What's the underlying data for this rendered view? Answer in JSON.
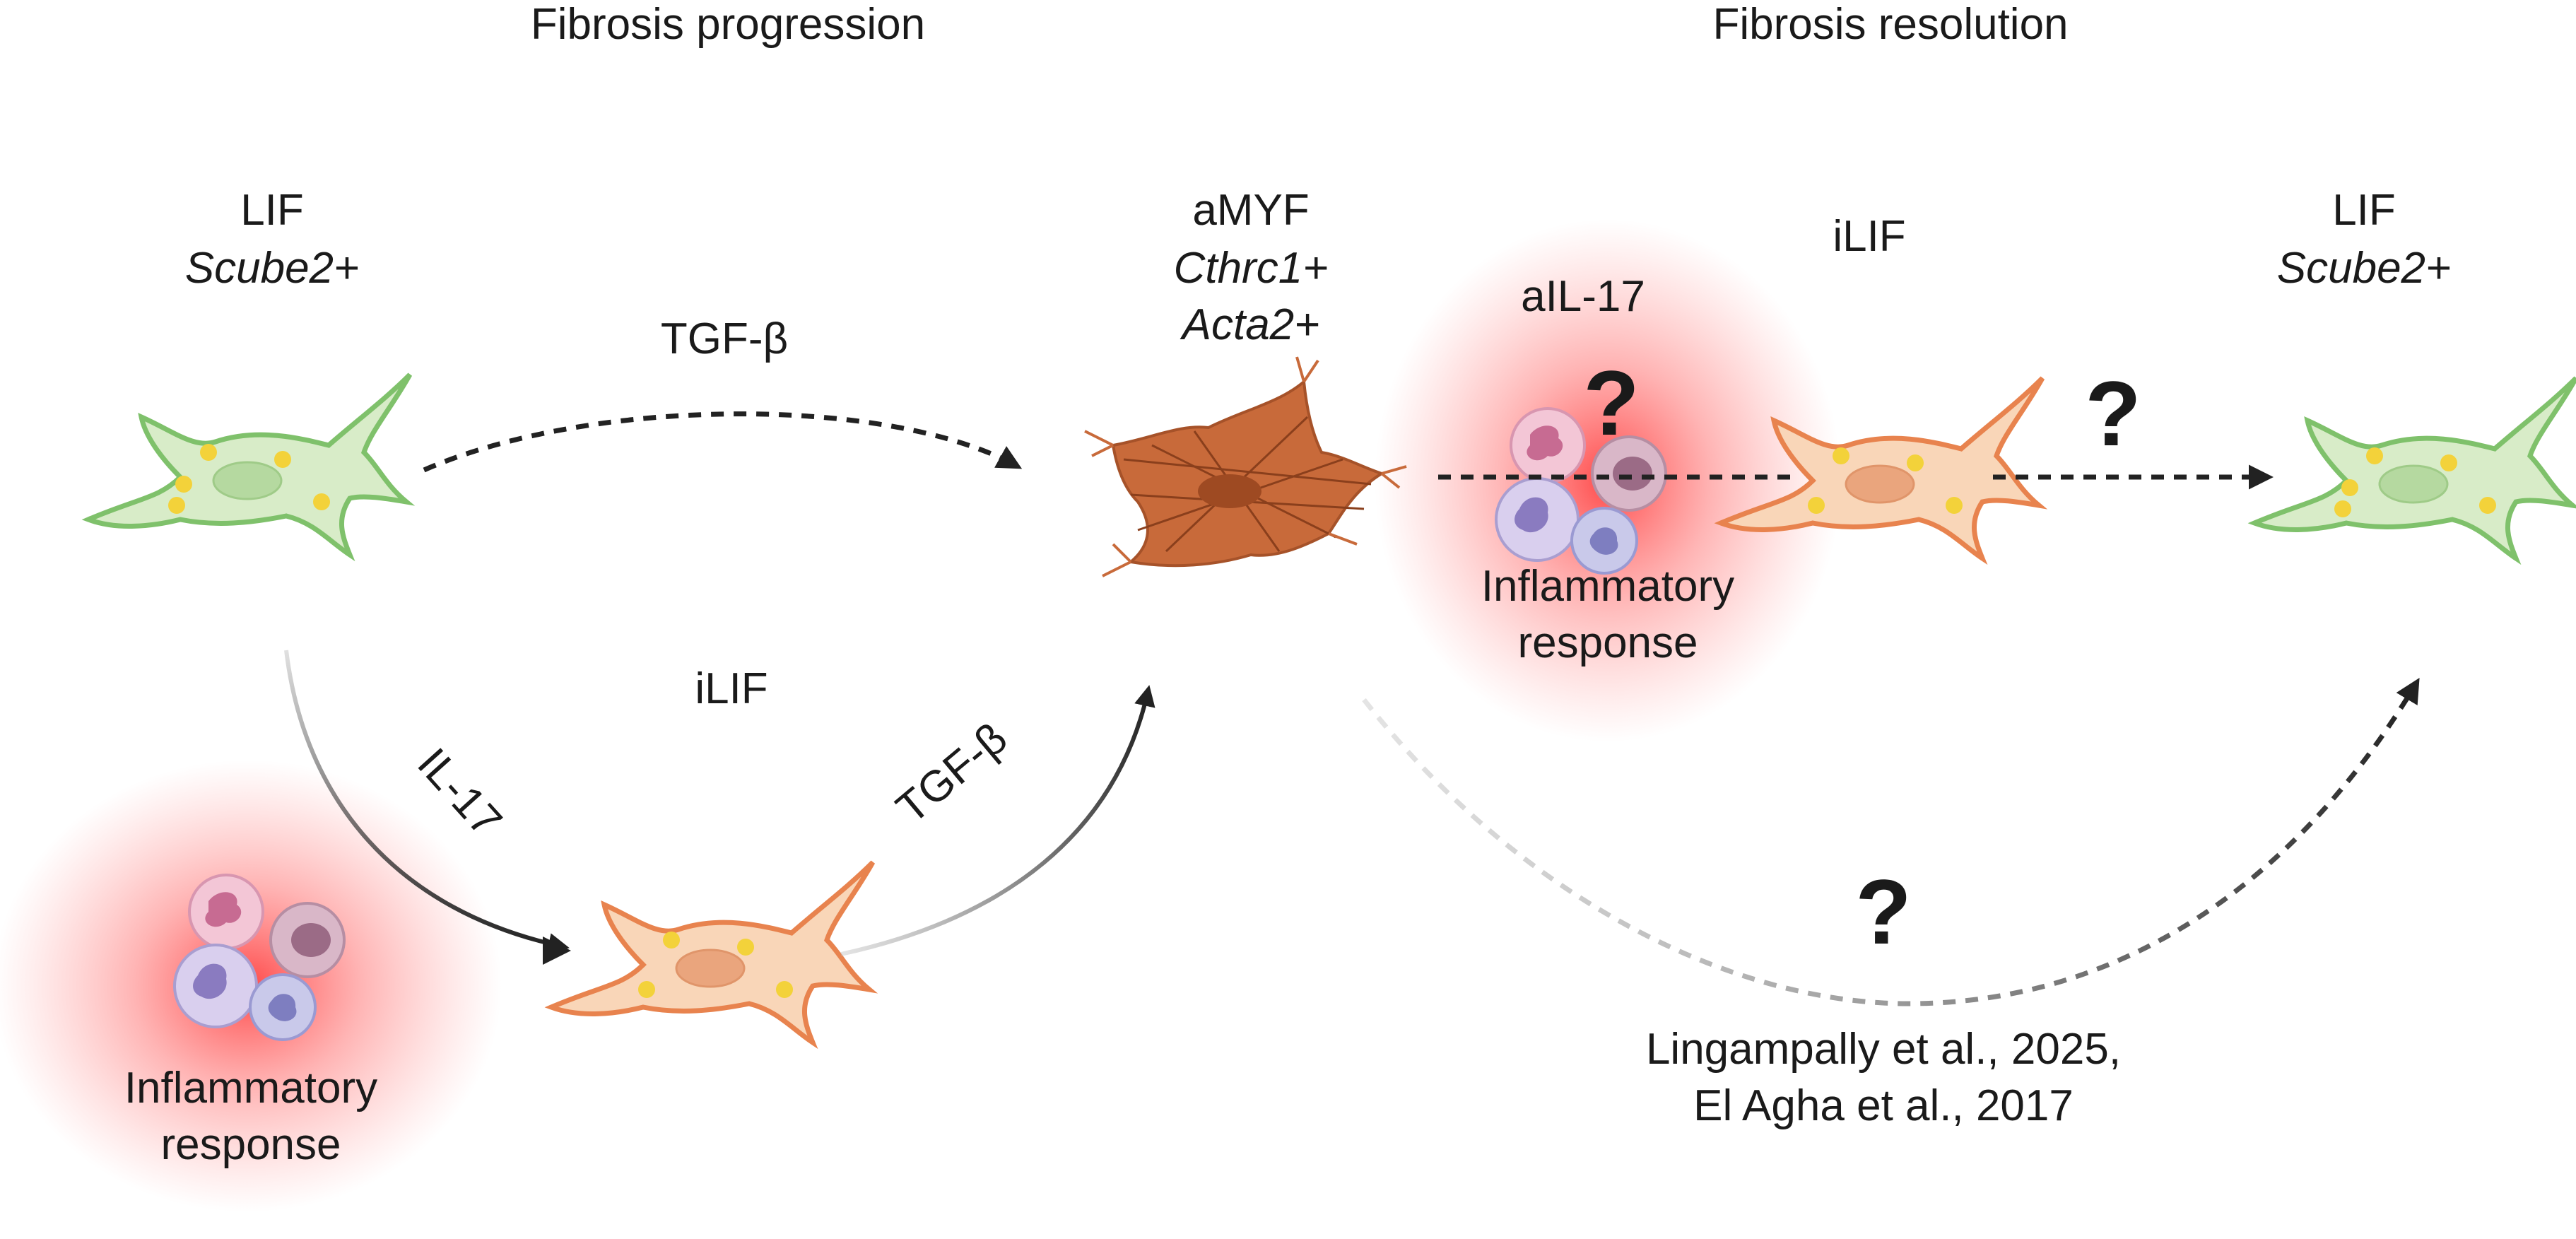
{
  "headers": {
    "progression": "Fibrosis progression",
    "resolution": "Fibrosis resolution"
  },
  "cells": {
    "lif_left": {
      "name": "LIF",
      "marker": "Scube2+"
    },
    "amyf": {
      "name": "aMYF",
      "marker1": "Cthrc1+",
      "marker2": "Acta2+"
    },
    "ilif_bottom": {
      "name": "iLIF"
    },
    "ilif_right": {
      "name": "iLIF"
    },
    "lif_right": {
      "name": "LIF",
      "marker": "Scube2+"
    },
    "ail17": {
      "name": "aIL-17"
    }
  },
  "arrows": {
    "tgfb_top": "TGF-β",
    "tgfb_bottom": "TGF-β",
    "il17": "IL-17"
  },
  "inflammation": {
    "left": {
      "line1": "Inflammatory",
      "line2": "response"
    },
    "right": {
      "line1": "Inflammatory",
      "line2": "response"
    }
  },
  "question_marks": [
    "?",
    "?",
    "?"
  ],
  "citations": {
    "line1": "Lingampally et al., 2025,",
    "line2": "El Agha et al., 2017"
  },
  "colors": {
    "lif_fill": "#d8ecc8",
    "lif_stroke": "#7fc16b",
    "ilif_fill": "#f9d6b8",
    "ilif_stroke": "#e8834e",
    "amyf_fill": "#c86a3a",
    "nucleus_green": "#b5d9a0",
    "nucleus_orange": "#eaa57d",
    "granule": "#f3d23a",
    "inflammation_glow": "#ff3b3b"
  }
}
